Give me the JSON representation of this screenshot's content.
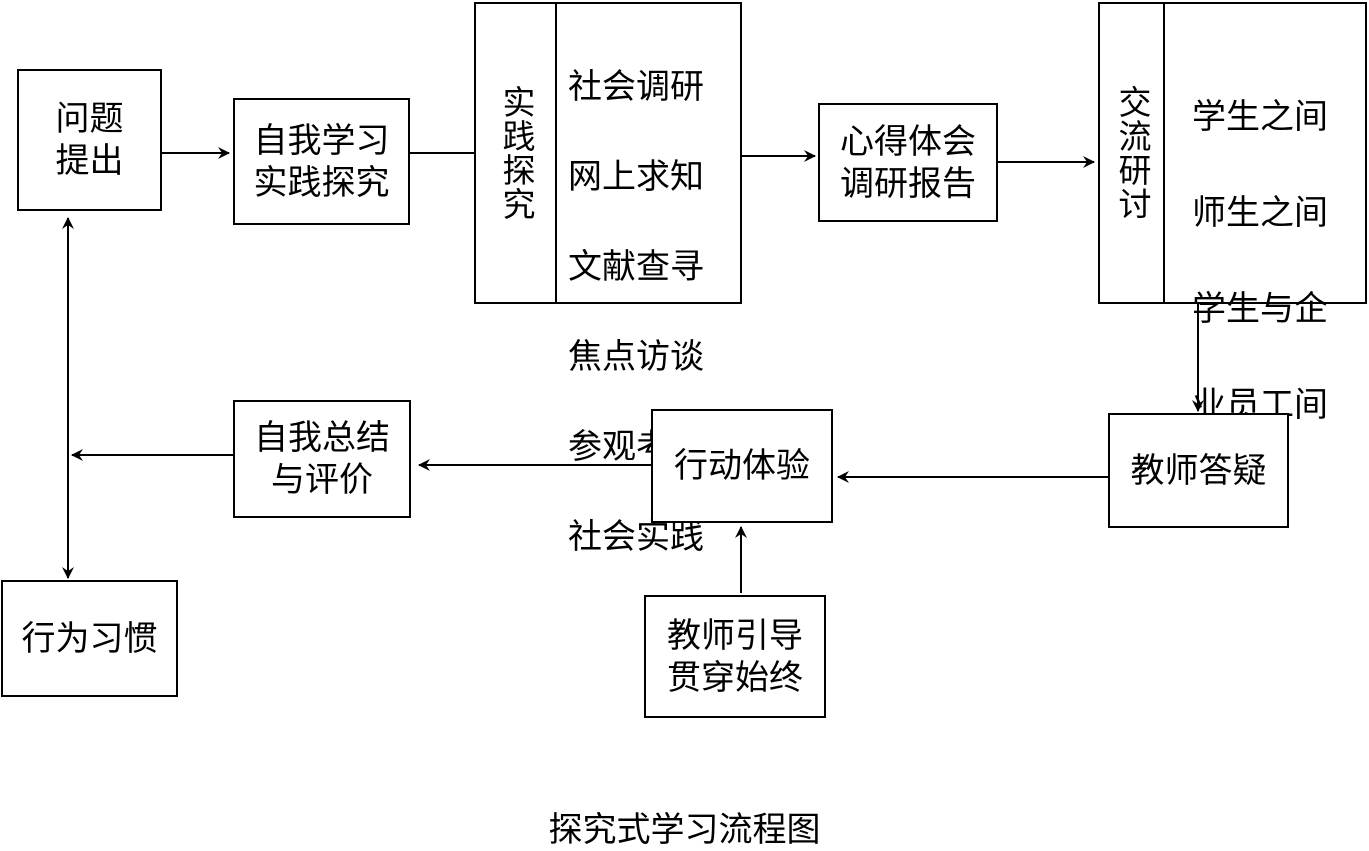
{
  "nodes": {
    "problem": "问题\n提出",
    "self_study": "自我学习\n实践探究",
    "practice_label": "实践探究",
    "practice_items": [
      "社会调研",
      "网上求知",
      "文献查寻",
      "焦点访谈",
      "参观考察",
      "社会实践"
    ],
    "report": "心得体会\n调研报告",
    "exchange_label": "交流研讨",
    "exchange_items": [
      "学生之间",
      "师生之间",
      "学生与企",
      "业员工间"
    ],
    "teacher_answer": "教师答疑",
    "action": "行动体验",
    "summary": "自我总结\n与评价",
    "habit": "行为习惯",
    "guide": "教师引导\n贯穿始终"
  },
  "caption": "探究式学习流程图"
}
